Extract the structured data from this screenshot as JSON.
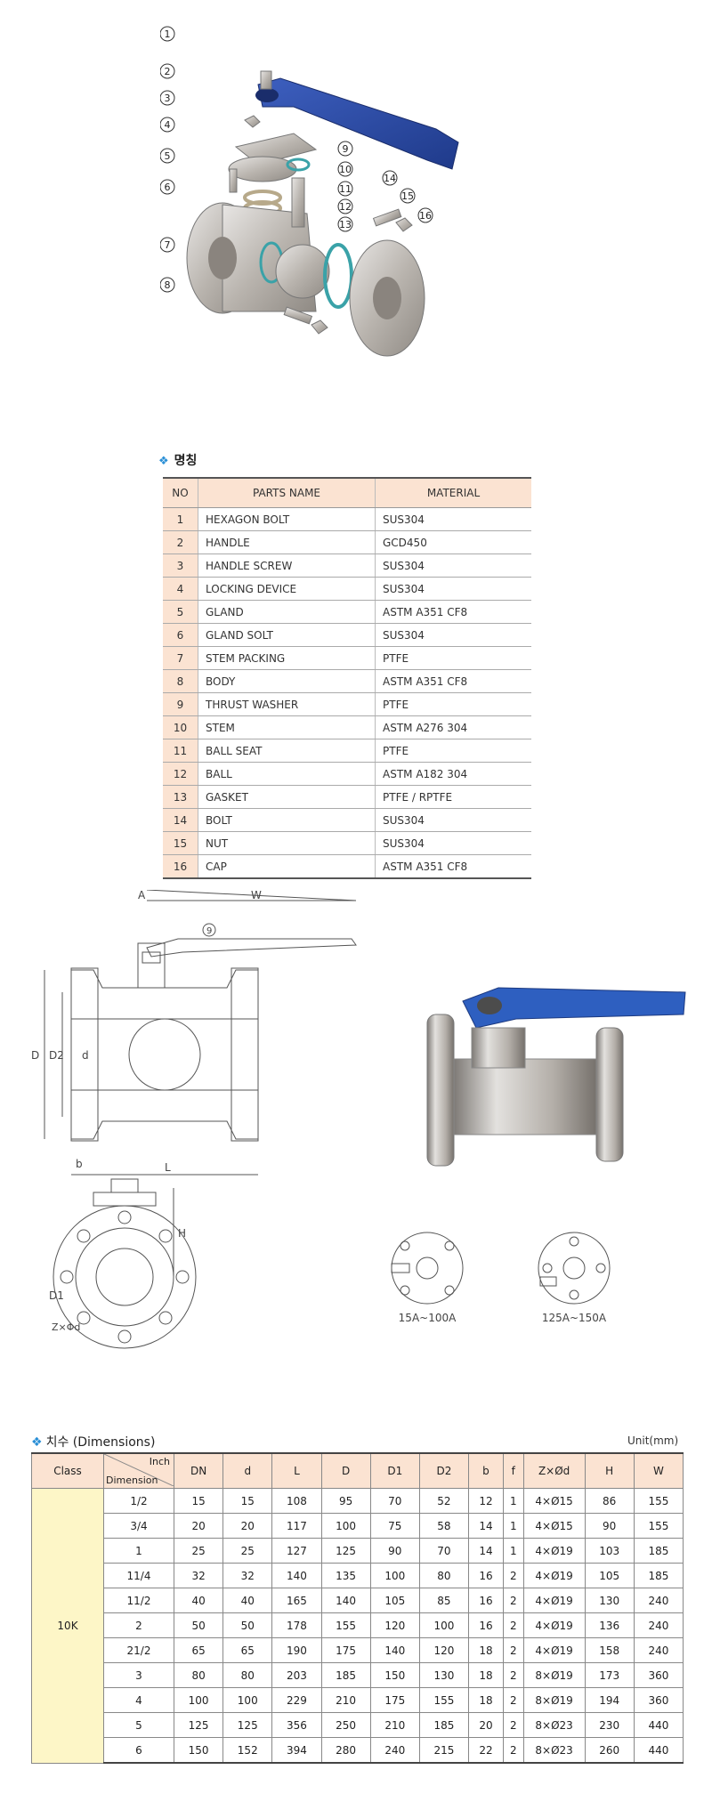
{
  "exploded": {
    "callouts": [
      "1",
      "2",
      "3",
      "4",
      "5",
      "6",
      "7",
      "8",
      "9",
      "10",
      "11",
      "12",
      "13",
      "14",
      "15",
      "16"
    ]
  },
  "parts": {
    "title": "명칭",
    "headers": {
      "no": "NO",
      "name": "PARTS NAME",
      "material": "MATERIAL"
    },
    "rows": [
      {
        "no": "1",
        "name": "HEXAGON BOLT",
        "material": "SUS304"
      },
      {
        "no": "2",
        "name": "HANDLE",
        "material": "GCD450"
      },
      {
        "no": "3",
        "name": "HANDLE SCREW",
        "material": "SUS304"
      },
      {
        "no": "4",
        "name": "LOCKING DEVICE",
        "material": "SUS304"
      },
      {
        "no": "5",
        "name": "GLAND",
        "material": "ASTM A351 CF8"
      },
      {
        "no": "6",
        "name": "GLAND SOLT",
        "material": "SUS304"
      },
      {
        "no": "7",
        "name": "STEM PACKING",
        "material": "PTFE"
      },
      {
        "no": "8",
        "name": "BODY",
        "material": "ASTM A351 CF8"
      },
      {
        "no": "9",
        "name": "THRUST WASHER",
        "material": "PTFE"
      },
      {
        "no": "10",
        "name": "STEM",
        "material": "ASTM A276 304"
      },
      {
        "no": "11",
        "name": "BALL SEAT",
        "material": "PTFE"
      },
      {
        "no": "12",
        "name": "BALL",
        "material": "ASTM A182 304"
      },
      {
        "no": "13",
        "name": "GASKET",
        "material": "PTFE / RPTFE"
      },
      {
        "no": "14",
        "name": "BOLT",
        "material": "SUS304"
      },
      {
        "no": "15",
        "name": "NUT",
        "material": "SUS304"
      },
      {
        "no": "16",
        "name": "CAP",
        "material": "ASTM A351 CF8"
      }
    ]
  },
  "drawing": {
    "labels": {
      "a": "A",
      "w": "W",
      "d": "D",
      "d2": "D2",
      "small_d": "d",
      "b": "b",
      "l": "L",
      "h": "H",
      "d1": "D1",
      "zd": "Z×Φd",
      "callout9": "9"
    },
    "variant1": "15A~100A",
    "variant2": "125A~150A"
  },
  "dimensions": {
    "title": "치수 (Dimensions)",
    "unit": "Unit(mm)",
    "headers": {
      "class": "Class",
      "inch": "Inch",
      "dimension": "Dimension",
      "cols": [
        "DN",
        "d",
        "L",
        "D",
        "D1",
        "D2",
        "b",
        "f",
        "Z×Ød",
        "H",
        "W"
      ]
    },
    "class_value": "10K",
    "rows": [
      {
        "inch": "1/2",
        "vals": [
          "15",
          "15",
          "108",
          "95",
          "70",
          "52",
          "12",
          "1",
          "4×Ø15",
          "86",
          "155"
        ]
      },
      {
        "inch": "3/4",
        "vals": [
          "20",
          "20",
          "117",
          "100",
          "75",
          "58",
          "14",
          "1",
          "4×Ø15",
          "90",
          "155"
        ]
      },
      {
        "inch": "1",
        "vals": [
          "25",
          "25",
          "127",
          "125",
          "90",
          "70",
          "14",
          "1",
          "4×Ø19",
          "103",
          "185"
        ]
      },
      {
        "inch": "11/4",
        "vals": [
          "32",
          "32",
          "140",
          "135",
          "100",
          "80",
          "16",
          "2",
          "4×Ø19",
          "105",
          "185"
        ]
      },
      {
        "inch": "11/2",
        "vals": [
          "40",
          "40",
          "165",
          "140",
          "105",
          "85",
          "16",
          "2",
          "4×Ø19",
          "130",
          "240"
        ]
      },
      {
        "inch": "2",
        "vals": [
          "50",
          "50",
          "178",
          "155",
          "120",
          "100",
          "16",
          "2",
          "4×Ø19",
          "136",
          "240"
        ]
      },
      {
        "inch": "21/2",
        "vals": [
          "65",
          "65",
          "190",
          "175",
          "140",
          "120",
          "18",
          "2",
          "4×Ø19",
          "158",
          "240"
        ]
      },
      {
        "inch": "3",
        "vals": [
          "80",
          "80",
          "203",
          "185",
          "150",
          "130",
          "18",
          "2",
          "8×Ø19",
          "173",
          "360"
        ]
      },
      {
        "inch": "4",
        "vals": [
          "100",
          "100",
          "229",
          "210",
          "175",
          "155",
          "18",
          "2",
          "8×Ø19",
          "194",
          "360"
        ]
      },
      {
        "inch": "5",
        "vals": [
          "125",
          "125",
          "356",
          "250",
          "210",
          "185",
          "20",
          "2",
          "8×Ø23",
          "230",
          "440"
        ]
      },
      {
        "inch": "6",
        "vals": [
          "150",
          "152",
          "394",
          "280",
          "240",
          "215",
          "22",
          "2",
          "8×Ø23",
          "260",
          "440"
        ]
      }
    ]
  },
  "colors": {
    "accent": "#2a8fd6",
    "header_bg": "#fbe3d2",
    "class_bg": "#fdf6c7",
    "handle_blue": "#2e4fa8"
  }
}
